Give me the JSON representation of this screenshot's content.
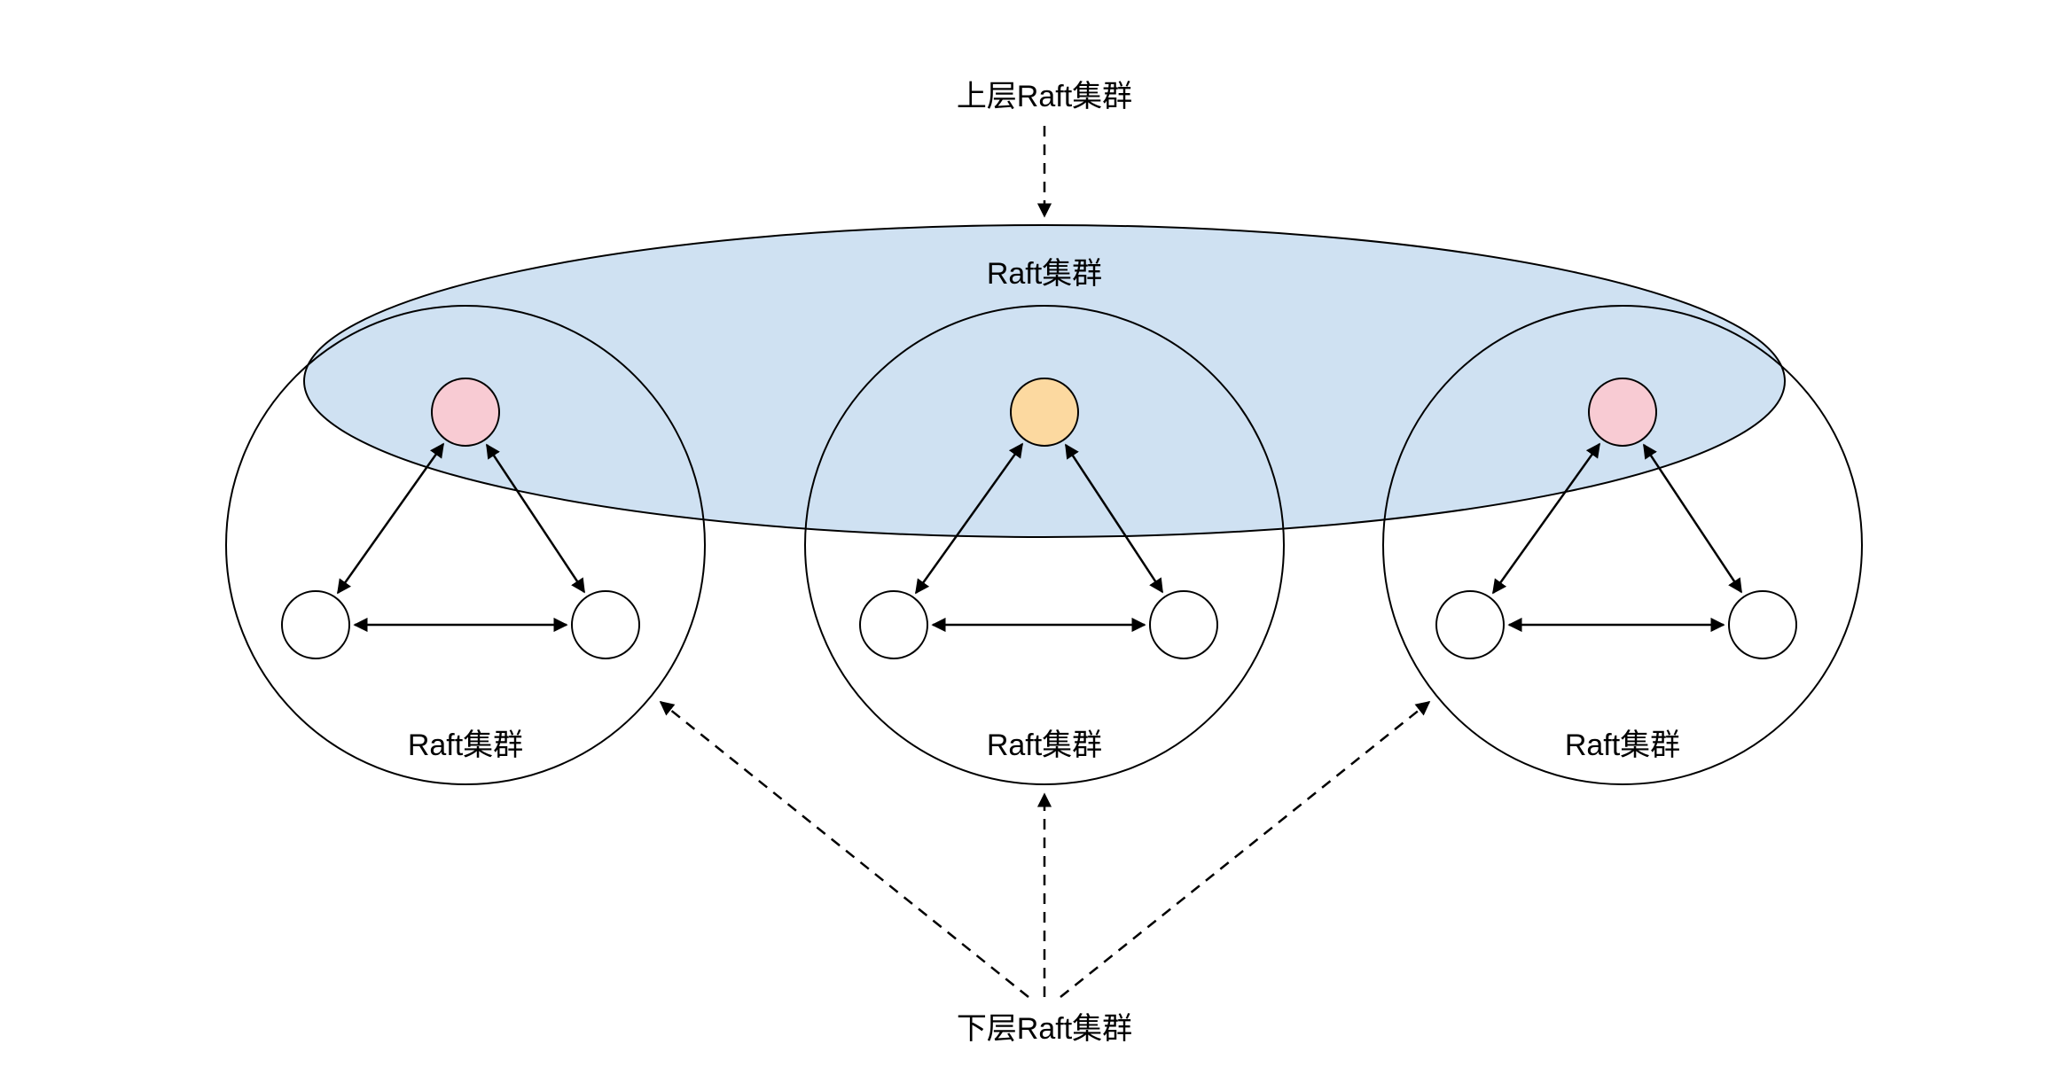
{
  "diagram": {
    "title_top": "上层Raft集群",
    "title_bottom": "下层Raft集群",
    "upper_cluster_label": "Raft集群",
    "clusters": [
      {
        "label": "Raft集群"
      },
      {
        "label": "Raft集群"
      },
      {
        "label": "Raft集群"
      }
    ],
    "colors": {
      "ellipse_fill": "#cfe1f2",
      "leader_pink": "#f8cbd3",
      "leader_orange": "#fcd9a0",
      "node_white": "#ffffff",
      "stroke": "#000000"
    }
  }
}
